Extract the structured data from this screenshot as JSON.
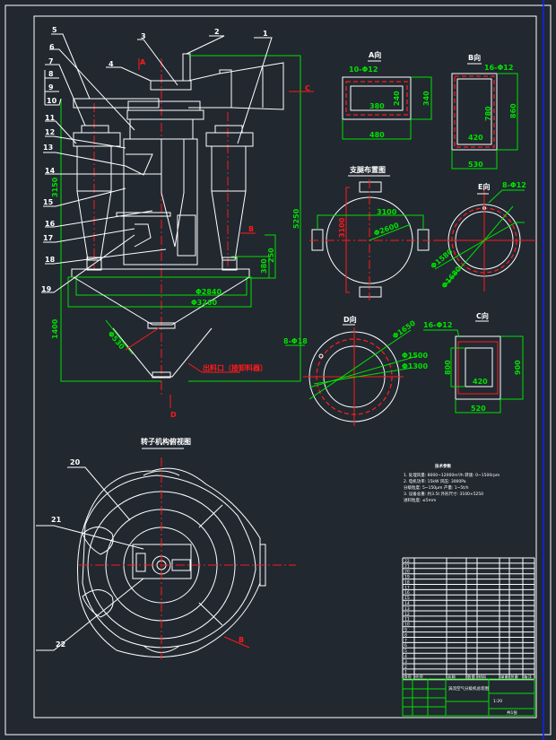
{
  "drawing": {
    "part_numbers": [
      "1",
      "2",
      "3",
      "4",
      "5",
      "6",
      "7",
      "8",
      "9",
      "10",
      "11",
      "12",
      "13",
      "14",
      "15",
      "16",
      "17",
      "18",
      "19",
      "20",
      "21",
      "22"
    ],
    "section_marks": {
      "a": "A",
      "b": "B",
      "c": "C",
      "d": "D",
      "b_plan": "B"
    },
    "main_dims": {
      "height_left": "3150",
      "height_total": "5250",
      "cone_height": "1400",
      "d_inner": "Φ2840",
      "d_outer": "Φ3260",
      "h1": "250",
      "h2": "380",
      "pipe": "Φ530",
      "outlet_note": "出料口（接卸料器）",
      "flange_holes": "8-Φ18"
    },
    "view_a": {
      "title": "A向",
      "holes": "10-Φ12",
      "inner_w": "380",
      "inner_h": "240",
      "height": "340",
      "width": "480"
    },
    "view_b": {
      "title": "B向",
      "holes": "16-Φ12",
      "inner_h": "780",
      "height": "860",
      "inner_w": "420",
      "width": "530"
    },
    "view_top": {
      "title": "支腿布置图",
      "span_x": "3100",
      "span_y": "3100",
      "diameter": "Φ2600"
    },
    "view_e": {
      "title": "E向",
      "holes": "8-Φ12",
      "d1": "Φ1580",
      "d2": "Φ1680"
    },
    "view_d": {
      "title": "D向",
      "holes": "8-Φ18",
      "d1": "Φ1650",
      "d2": "Φ1500",
      "d3": "Φ1300"
    },
    "view_c": {
      "title": "C向",
      "holes": "16-Φ12",
      "inner_h": "800",
      "height": "900",
      "inner_w": "420",
      "width": "520"
    },
    "plan_title": "转子机构俯视图"
  },
  "notes": {
    "title": "技术参数",
    "lines": [
      "1. 处理风量: 8000~12000m³/h    转速: 0~1500rpm",
      "2. 电机功率: 15kW    风压: 3000Pa",
      "      分级粒度: 5~150μm    产量: 1~5t/h",
      "3. 设备总重: 约3.5t    外形尺寸: 3100×5250",
      "      进料粒度: ≤5mm"
    ]
  },
  "parts_table": {
    "rows": [
      "22",
      "21",
      "20",
      "19",
      "18",
      "17",
      "16",
      "15",
      "14",
      "13",
      "12",
      "11",
      "10",
      "9",
      "8",
      "7",
      "6",
      "5",
      "4",
      "3",
      "2",
      "1"
    ],
    "header": [
      "序号",
      "代号",
      "名称",
      "数量",
      "材料",
      "单重",
      "总重",
      "备注"
    ]
  },
  "title_block": {
    "drawing_name": "涡流空气分级机总装图",
    "scale": "1:20",
    "sheet": "共1张"
  }
}
